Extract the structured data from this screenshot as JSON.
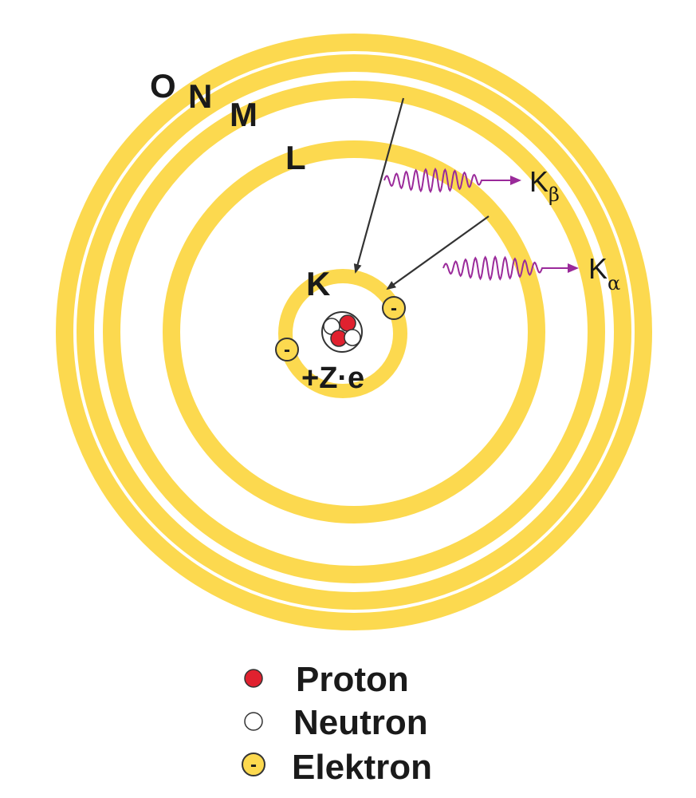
{
  "shells": {
    "K": "K",
    "L": "L",
    "M": "M",
    "N": "N",
    "O": "O"
  },
  "transitions": {
    "k_beta": {
      "base": "K",
      "sub": "β"
    },
    "k_alpha": {
      "base": "K",
      "sub": "α"
    }
  },
  "nucleus": {
    "charge_label": "+Z·e"
  },
  "electron_sign": "-",
  "legend": {
    "proton": "Proton",
    "neutron": "Neutron",
    "electron": "Elektron"
  },
  "colors": {
    "shell": "#fcd94f",
    "proton": "#e0212f",
    "neutron": "#ffffff",
    "photon": "#9a2a9a",
    "arrow": "#333333"
  }
}
